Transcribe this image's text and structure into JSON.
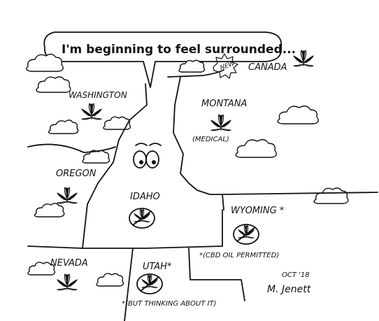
{
  "caption": {
    "speech": "I'm beginning to feel surrounded..."
  },
  "states": {
    "canada": "CANADA",
    "canada_badge": "NEW",
    "washington": "WASHINGTON",
    "montana": "MONTANA",
    "montana_note": "(MEDICAL)",
    "oregon": "OREGON",
    "idaho": "IDAHO",
    "wyoming": "WYOMING *",
    "wyoming_note": "*(CBD OIL PERMITTED)",
    "nevada": "NEVADA",
    "utah": "UTAH*",
    "utah_note": "*(BUT THINKING ABOUT IT)"
  },
  "signature": {
    "date": "OCT '18",
    "artist": "M. Jenett"
  },
  "icons": [
    "cannabis-leaf-icon",
    "prohibited-cannabis-icon",
    "cloud-icon",
    "new-starburst-icon"
  ],
  "colors": {
    "ink": "#111111",
    "paper": "#ffffff"
  }
}
